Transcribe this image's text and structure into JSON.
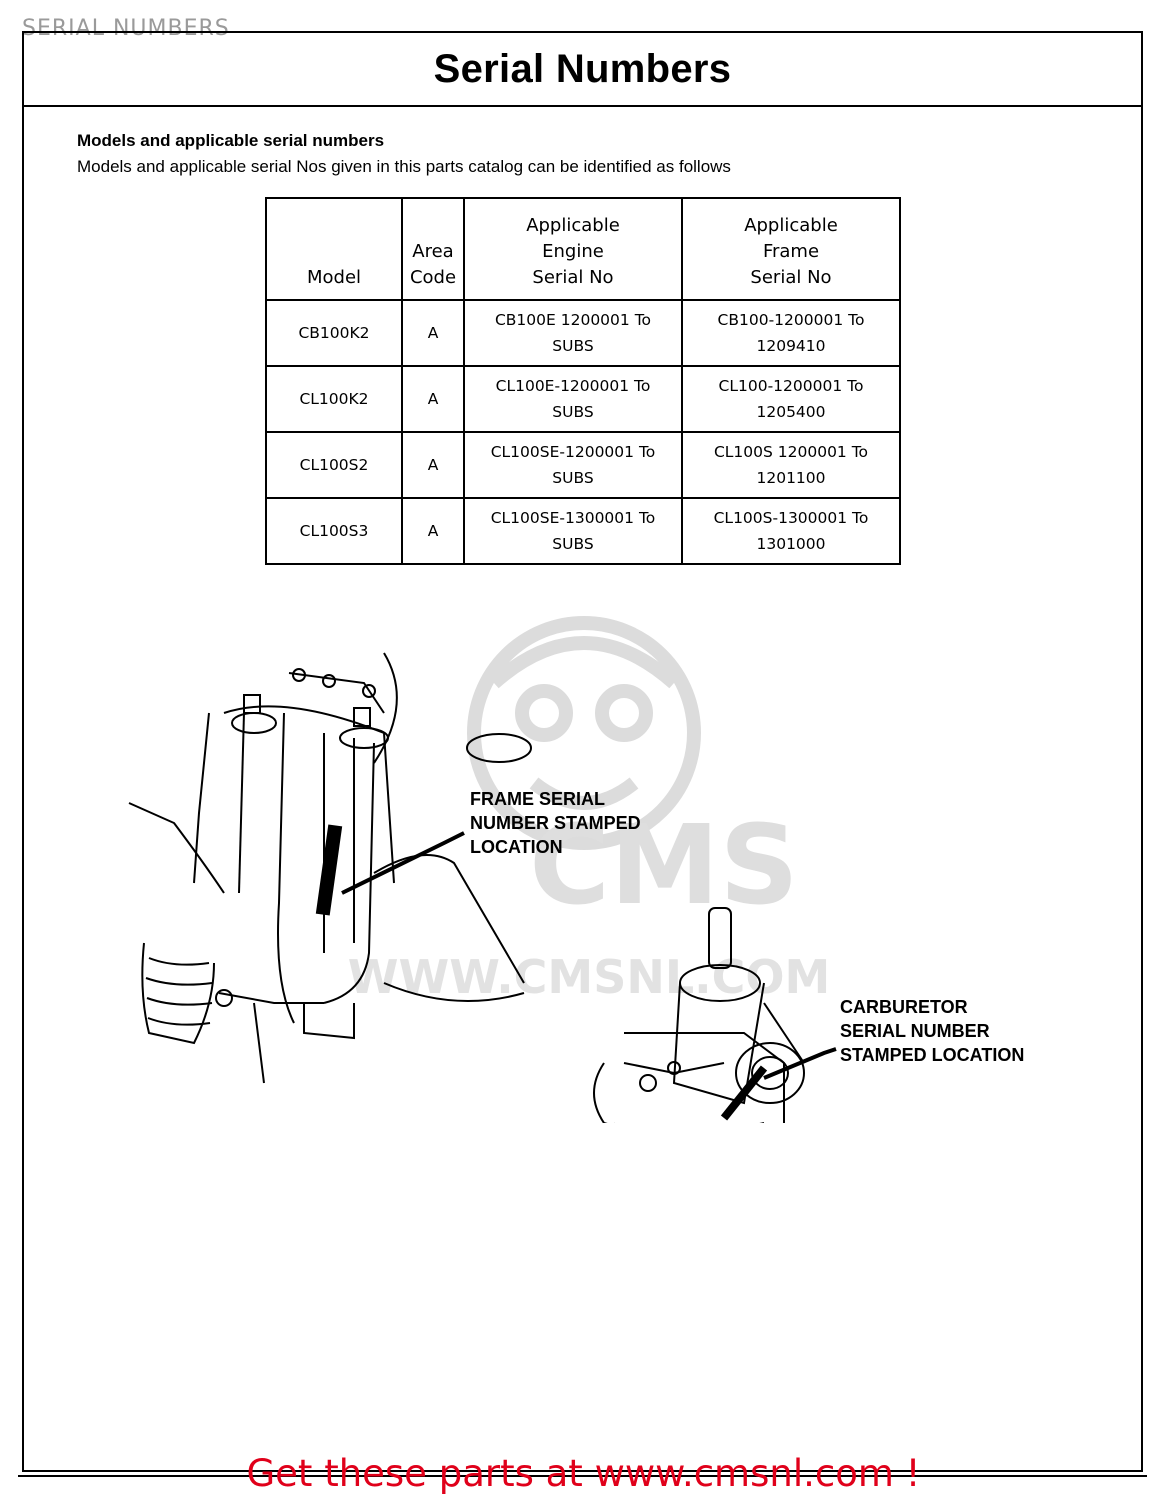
{
  "watermark_caption": "SERIAL NUMBERS",
  "page_title": "Serial Numbers",
  "intro": {
    "heading": "Models and applicable serial numbers",
    "text": "Models and applicable serial Nos given in this parts catalog can be identified as follows"
  },
  "table": {
    "headers": {
      "model": "Model",
      "area_line1": "Area",
      "area_line2": "Code",
      "engine_line1": "Applicable",
      "engine_line2": "Engine",
      "engine_line3": "Serial No",
      "frame_line1": "Applicable",
      "frame_line2": "Frame",
      "frame_line3": "Serial No"
    },
    "rows": [
      {
        "model": "CB100K2",
        "area": "A",
        "engine_line1": "CB100E 1200001 To",
        "engine_line2": "SUBS",
        "frame_line1": "CB100-1200001 To",
        "frame_line2": "1209410"
      },
      {
        "model": "CL100K2",
        "area": "A",
        "engine_line1": "CL100E-1200001 To",
        "engine_line2": "SUBS",
        "frame_line1": "CL100-1200001 To",
        "frame_line2": "1205400"
      },
      {
        "model": "CL100S2",
        "area": "A",
        "engine_line1": "CL100SE-1200001 To",
        "engine_line2": "SUBS",
        "frame_line1": "CL100S 1200001 To",
        "frame_line2": "1201100"
      },
      {
        "model": "CL100S3",
        "area": "A",
        "engine_line1": "CL100SE-1300001 To",
        "engine_line2": "SUBS",
        "frame_line1": "CL100S-1300001 To",
        "frame_line2": "1301000"
      }
    ]
  },
  "callouts": {
    "frame_line1": "FRAME SERIAL",
    "frame_line2": "NUMBER STAMPED",
    "frame_line3": "LOCATION",
    "carb_line1": "CARBURETOR",
    "carb_line2": "SERIAL NUMBER",
    "carb_line3": "STAMPED LOCATION"
  },
  "watermark": {
    "logo_text": "CMS",
    "url_text": "WWW.CMSNL.COM"
  },
  "footer_link": "Get these parts at www.cmsnl.com !",
  "colors": {
    "footer_link": "#e0001a",
    "watermark": "#d9d9d9"
  }
}
